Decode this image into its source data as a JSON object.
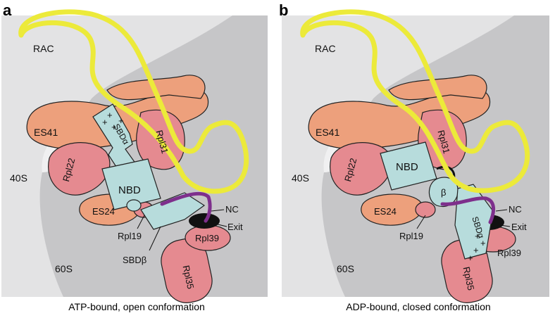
{
  "panels": [
    {
      "letter": "a",
      "caption": "ATP-bound, open conformation",
      "labels": {
        "rac": "RAC",
        "es41": "ES41",
        "rpl31": "Rpl31",
        "rpl22": "Rpl22",
        "s40": "40S",
        "nbd": "NBD",
        "es24": "ES24",
        "rpl19": "Rpl19",
        "nc": "NC",
        "exit": "Exit",
        "rpl39": "Rpl39",
        "s60": "60S",
        "rpl35": "Rpl35",
        "sbd_alpha": "SBDα",
        "sbd_beta": "SBDβ",
        "charges": [
          "+",
          "+",
          "+",
          "+"
        ]
      }
    },
    {
      "letter": "b",
      "caption": "ADP-bound, closed conformation",
      "labels": {
        "rac": "RAC",
        "es41": "ES41",
        "rpl31": "Rpl31",
        "rpl22": "Rpl22",
        "s40": "40S",
        "nbd": "NBD",
        "es24": "ES24",
        "rpl19": "Rpl19",
        "nc": "NC",
        "exit": "Exit",
        "rpl39": "Rpl39",
        "s60": "60S",
        "rpl35": "Rpl35",
        "sbd_alpha": "SBDα",
        "beta": "β",
        "charges": [
          "+",
          "+",
          "+",
          "+"
        ]
      }
    }
  ],
  "colors": {
    "s40": "#e3e3e4",
    "s60": "#c6c6c8",
    "tunnel": "#f4f4f5",
    "salmon": "#eda07c",
    "pink": "#e58a90",
    "cyan": "#b7dcdc",
    "yellow": "#ecea3a",
    "purple": "#7e2f8c",
    "charge": "#c0302a"
  }
}
